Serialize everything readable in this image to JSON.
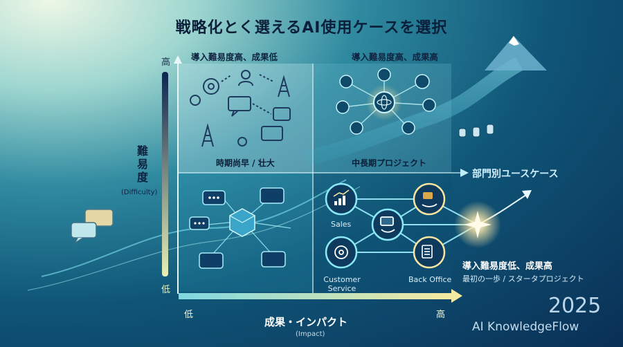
{
  "title": "戦略化とく選えるAI使用ケースを選択",
  "quadrants": {
    "top_left": {
      "label": "導入難易度高、成果低",
      "caption": "時期尚早 / 壮大"
    },
    "top_right": {
      "label": "導入難易度高、成果高",
      "caption": "中長期プロジェクト"
    },
    "bottom_right": {
      "department_label": "部門別ユースケース",
      "nodes": {
        "sales": "Sales",
        "customer_service": "Customer Service",
        "back_office": "Back Office"
      },
      "recommendation_title": "導入難易度低、成果高",
      "recommendation_sub": "最初の一歩 / スタータプロジェクト"
    }
  },
  "y_axis": {
    "title": "難易度",
    "subtitle": "(Difficulty)",
    "high": "高",
    "low": "低"
  },
  "x_axis": {
    "title": "成果・インパクト",
    "subtitle": "(Impact)",
    "low": "低",
    "high": "高"
  },
  "footer": {
    "year": "2025",
    "brand": "AI KnowledgeFlow"
  },
  "icons": [
    "gear-icon",
    "person-icon",
    "radio-tower-icon",
    "chat-bubble-icon",
    "atom-icon",
    "chart-icon",
    "database-icon",
    "cube-icon",
    "handshake-icon",
    "document-icon",
    "mountain-icon",
    "sparkle-icon"
  ],
  "colors": {
    "accent": "#5fd2e8",
    "highlight": "#ffe9a8",
    "deep": "#0a2f55"
  }
}
